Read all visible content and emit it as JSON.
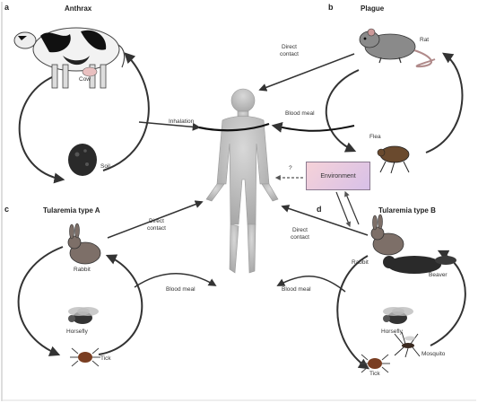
{
  "panels": {
    "a": {
      "letter": "a",
      "title": "Anthrax"
    },
    "b": {
      "letter": "b",
      "title": "Plague"
    },
    "c": {
      "letter": "c",
      "title": "Tularemia type A"
    },
    "d": {
      "letter": "d",
      "title": "Tularemia type B"
    }
  },
  "labels": {
    "cow": "Cow",
    "soil": "Soil",
    "rat": "Rat",
    "flea": "Flea",
    "rabbit_c": "Rabbit",
    "horsefly_c": "Horsefly",
    "tick_c": "Tick",
    "rabbit_d": "Rabbit",
    "beaver": "Beaver",
    "horsefly_d": "Horsefly",
    "mosquito": "Mosquito",
    "tick_d": "Tick",
    "inhalation": "Inhalation",
    "direct_contact_b_1": "Direct",
    "direct_contact_b_2": "contact",
    "blood_meal_b": "Blood meal",
    "direct_contact_c_1": "Direct",
    "direct_contact_c_2": "contact",
    "blood_meal_c": "Blood meal",
    "direct_contact_d_1": "Direct",
    "direct_contact_d_2": "contact",
    "blood_meal_d": "Blood meal",
    "environment": "Environment",
    "question_mark": "?"
  }
}
